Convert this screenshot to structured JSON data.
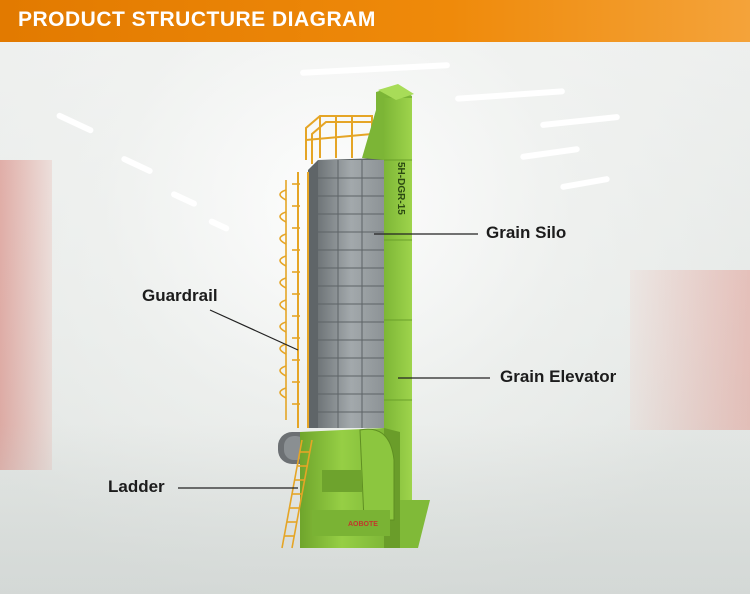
{
  "header": {
    "title": "PRODUCT STRUCTURE DIAGRAM"
  },
  "machine": {
    "side_text": "5H-DGR-15",
    "brand_text": "AOBOTE"
  },
  "labels": {
    "grain_silo": "Grain Silo",
    "guardrail": "Guardrail",
    "grain_elevator": "Grain Elevator",
    "ladder": "Ladder"
  },
  "colors": {
    "header": "#ef8a0a",
    "machine_green": "#8cc63f",
    "silo_grey": "#8f9598",
    "rail_yellow": "#e5a526"
  }
}
